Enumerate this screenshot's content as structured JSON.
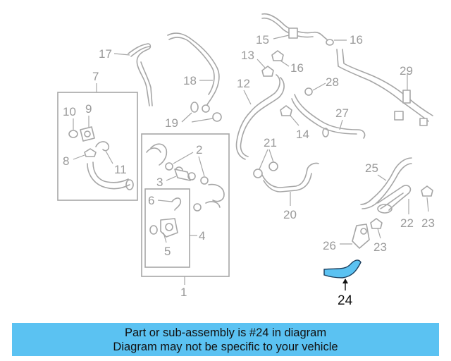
{
  "diagram": {
    "callouts": [
      "1",
      "2",
      "3",
      "4",
      "5",
      "6",
      "7",
      "8",
      "9",
      "10",
      "11",
      "12",
      "13",
      "14",
      "15",
      "16",
      "16",
      "17",
      "18",
      "19",
      "20",
      "21",
      "22",
      "23",
      "23",
      "24",
      "25",
      "26",
      "27",
      "28",
      "29"
    ],
    "highlighted_part": "24",
    "colors": {
      "part": "#a6a6a6",
      "highlight_fill": "#5bc2f2",
      "highlight_stroke": "#1a3d5c",
      "banner": "#5bc2f2"
    }
  },
  "banner": {
    "line1": "Part or sub-assembly is #24 in diagram",
    "line2": "Diagram may not be specific to your vehicle"
  }
}
